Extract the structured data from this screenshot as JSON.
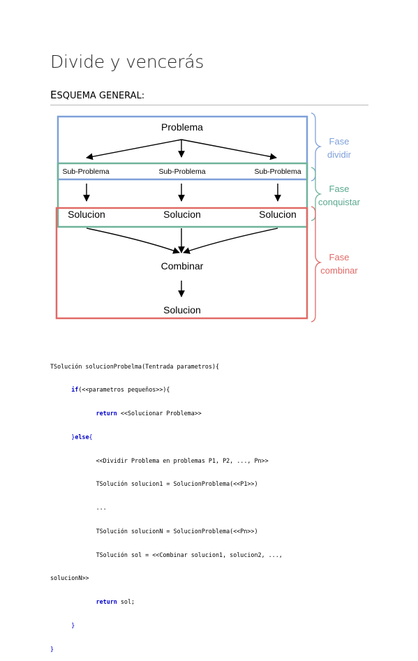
{
  "heading": {
    "title": "Divide y vencerás",
    "section_first": "E",
    "section_rest": "SQUEMA GENERAL:"
  },
  "diagram": {
    "problem": "Problema",
    "subproblems": [
      "Sub-Problema",
      "Sub-Problema",
      "Sub-Problema"
    ],
    "solutions": [
      "Solucion",
      "Solucion",
      "Solucion"
    ],
    "combine": "Combinar",
    "final_solution": "Solucion",
    "phases": [
      {
        "line1": "Fase",
        "line2": "dividir",
        "color": "#7fa0d9"
      },
      {
        "line1": "Fase",
        "line2": "conquistar",
        "color": "#5aa88f"
      },
      {
        "line1": "Fase",
        "line2": "combinar",
        "color": "#e06a66"
      }
    ],
    "colors": {
      "blue": "#7fa0d9",
      "green": "#6fb39a",
      "red": "#e06a66"
    }
  },
  "code": {
    "l1": "TSolución solucionProbelma(Tentrada parametros){",
    "l2_kw": "if",
    "l2_rest": "(<<parametros pequeños>>){",
    "l3_kw": "return",
    "l3_rest": " <<Solucionar Problema>>",
    "l4_a": "}",
    "l4_kw": "else",
    "l4_b": "{",
    "l5": "<<Dividir Problema en problemas P1, P2, ..., Pn>>",
    "l6": "TSolución solucion1 = SolucionProblema(<<P1>>)",
    "l7": "...",
    "l8": "TSolución solucionN = SolucionProblema(<<Pn>>)",
    "l9": "TSolución sol = <<Combinar solucion1, solucion2, ...,",
    "l10": "solucionN>>",
    "l11_kw": "return",
    "l11_rest": " sol;",
    "l12": "}",
    "l13": "}"
  }
}
